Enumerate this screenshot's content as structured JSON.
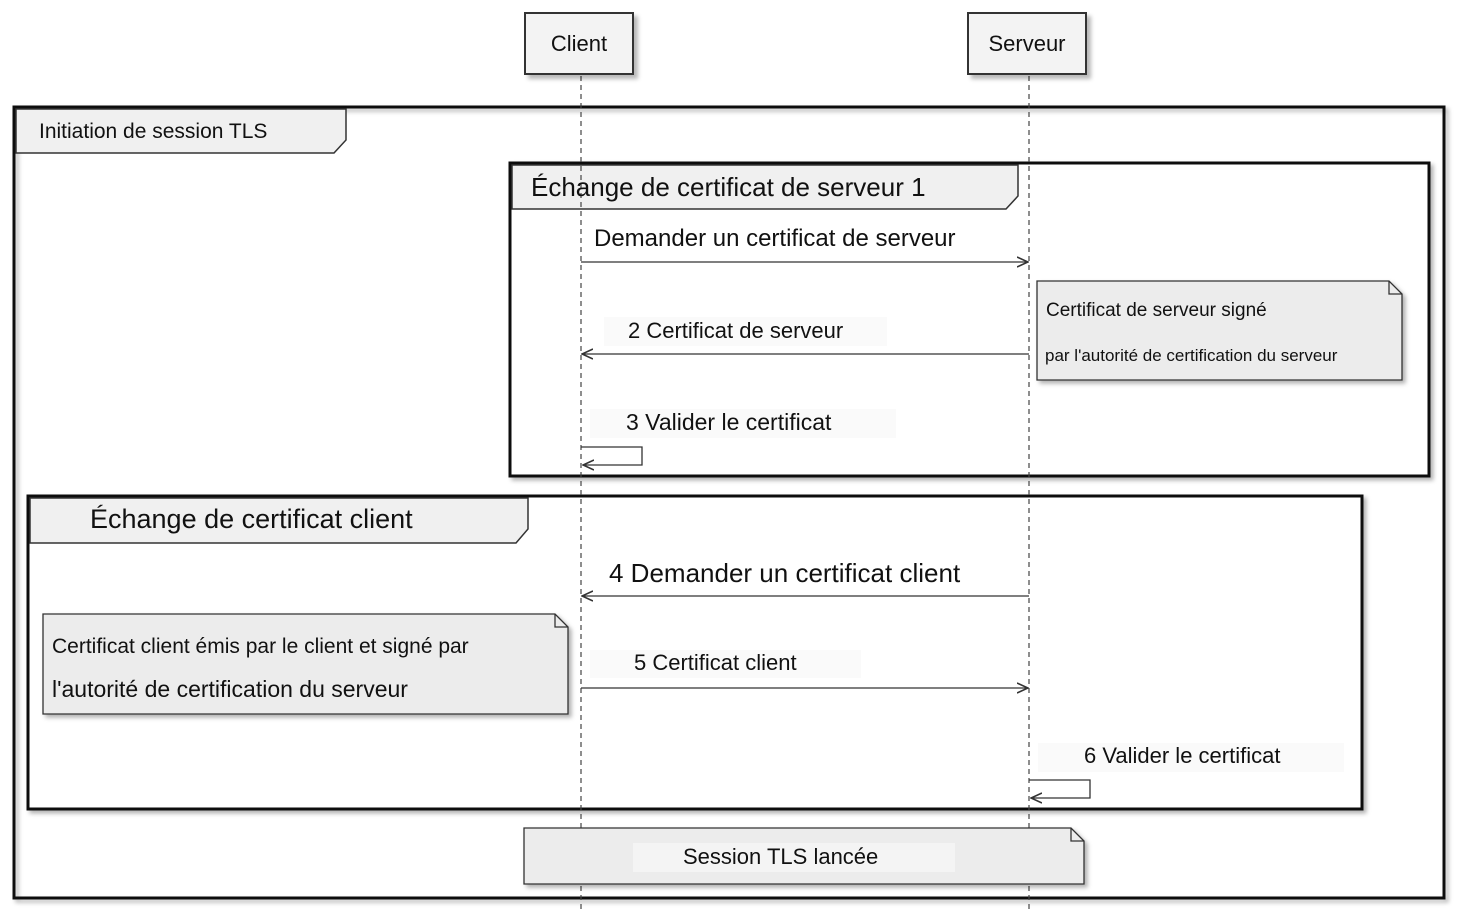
{
  "participants": {
    "client": "Client",
    "server": "Serveur"
  },
  "outer_frame": {
    "title": "Initiation de session TLS"
  },
  "group_server": {
    "title": "Échange de certificat de serveur 1",
    "messages": [
      {
        "label": "Demander un certificat de serveur"
      },
      {
        "label": "2 Certificat de serveur"
      },
      {
        "label": "3 Valider le certificat"
      }
    ],
    "note": {
      "line1": "Certificat de serveur signé",
      "line2": "par l'autorité de certification du serveur"
    }
  },
  "group_client": {
    "title": "Échange de certificat client",
    "messages": [
      {
        "label": "4 Demander un certificat client"
      },
      {
        "label": "5 Certificat client"
      },
      {
        "label": "6 Valider le certificat"
      }
    ],
    "note": {
      "line1": "Certificat client émis par le client et signé par",
      "line2": "l'autorité de certification du serveur"
    }
  },
  "final_note": "Session TLS lancée",
  "colors": {
    "line": "#333333",
    "frame": "#111111",
    "note_fill": "#ececec",
    "tab_fill": "#f0f0f0"
  }
}
